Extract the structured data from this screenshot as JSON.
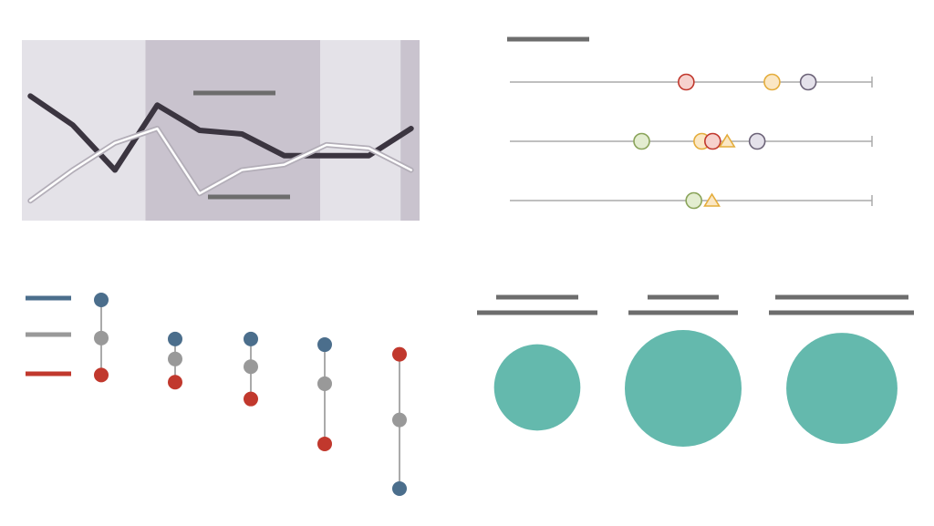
{
  "colors": {
    "band_light": "#e4e2e8",
    "band_dark": "#c9c3ce",
    "line_dark": "#3b3540",
    "line_light": "#b3aeb8",
    "placeholder": "#6d6d6d",
    "teal": "#64b9ad",
    "blue": "#4b6e8c",
    "gray": "#999999",
    "red": "#c1382d",
    "axis": "#aaaaaa"
  },
  "chart_data": [
    {
      "type": "line",
      "x": [
        0,
        1,
        2,
        3,
        4,
        5,
        6,
        7,
        8,
        9
      ],
      "x_range": [
        -0.2,
        9.2
      ],
      "y_range": [
        0,
        100
      ],
      "bands": [
        {
          "from": -0.2,
          "to": 2.72,
          "shade": "light"
        },
        {
          "from": 2.72,
          "to": 6.85,
          "shade": "dark"
        },
        {
          "from": 6.85,
          "to": 8.75,
          "shade": "light"
        },
        {
          "from": 8.75,
          "to": 9.2,
          "shade": "dark"
        }
      ],
      "series": [
        {
          "style": "dark",
          "values": [
            69,
            53,
            28,
            64,
            50,
            48,
            36,
            36,
            36,
            51
          ]
        },
        {
          "style": "light",
          "values": [
            11,
            28,
            43,
            51,
            15,
            28,
            31,
            42,
            40,
            28
          ]
        }
      ]
    },
    {
      "type": "scatter",
      "x_range": [
        0,
        100
      ],
      "rows": [
        {
          "points": [
            {
              "x": 48.7,
              "color": "red",
              "shape": "circle"
            },
            {
              "x": 72.4,
              "color": "yellow",
              "shape": "circle"
            },
            {
              "x": 82.4,
              "color": "purple",
              "shape": "circle"
            }
          ]
        },
        {
          "points": [
            {
              "x": 36.4,
              "color": "green",
              "shape": "circle"
            },
            {
              "x": 53.0,
              "color": "yellow",
              "shape": "circle"
            },
            {
              "x": 56.0,
              "color": "red",
              "shape": "circle"
            },
            {
              "x": 60.0,
              "color": "yellow",
              "shape": "triangle"
            },
            {
              "x": 68.3,
              "color": "purple",
              "shape": "circle"
            }
          ]
        },
        {
          "points": [
            {
              "x": 50.8,
              "color": "green",
              "shape": "circle"
            },
            {
              "x": 55.8,
              "color": "yellow",
              "shape": "triangle"
            }
          ]
        }
      ]
    },
    {
      "type": "scatter",
      "y_range": [
        0,
        100
      ],
      "series_colors": [
        "blue",
        "gray",
        "red"
      ],
      "groups": [
        {
          "values": [
            100,
            79.8,
            60.2
          ]
        },
        {
          "values": [
            79.3,
            68.7,
            56.4
          ]
        },
        {
          "values": [
            79.3,
            64.6,
            47.5
          ]
        },
        {
          "values": [
            76.3,
            55.6,
            23.7
          ]
        },
        {
          "values": [
            0,
            36.4,
            71.2
          ]
        }
      ]
    },
    {
      "type": "bubble",
      "values": [
        35,
        64,
        58
      ]
    }
  ]
}
